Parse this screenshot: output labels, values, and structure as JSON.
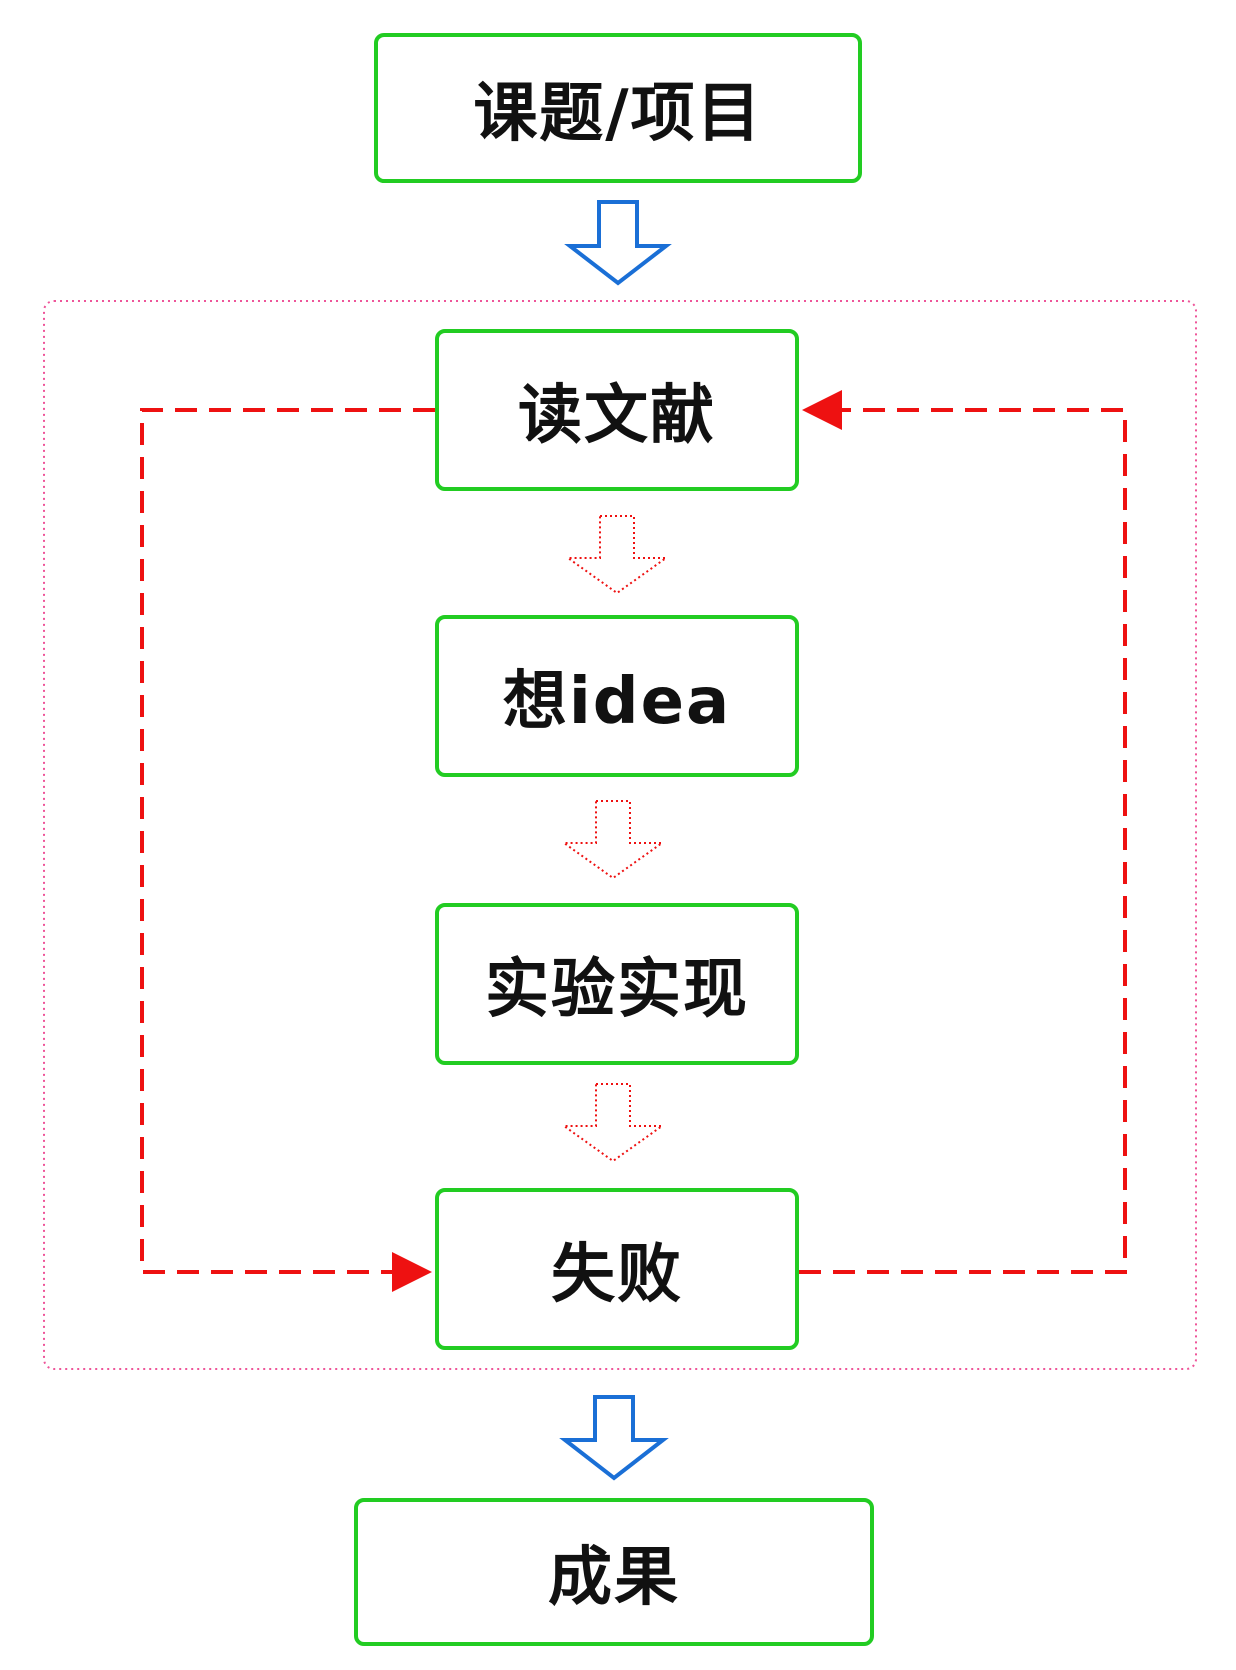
{
  "nodes": {
    "topic": "课题/项目",
    "read": "读文献",
    "idea": "想idea",
    "experiment": "实验实现",
    "fail": "失败",
    "result": "成果"
  },
  "colors": {
    "node_border": "#22cc22",
    "main_arrow": "#1a6fd6",
    "loop": "#ee1111",
    "frame": "#ee5599"
  }
}
